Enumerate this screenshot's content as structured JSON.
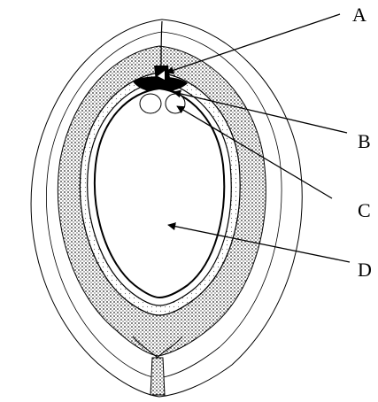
{
  "labels": {
    "a": "A",
    "b": "B",
    "c": "C",
    "d": "D"
  },
  "colors": {
    "ink": "#000000",
    "stipple": "#3a3a3a",
    "paper": "#ffffff"
  }
}
